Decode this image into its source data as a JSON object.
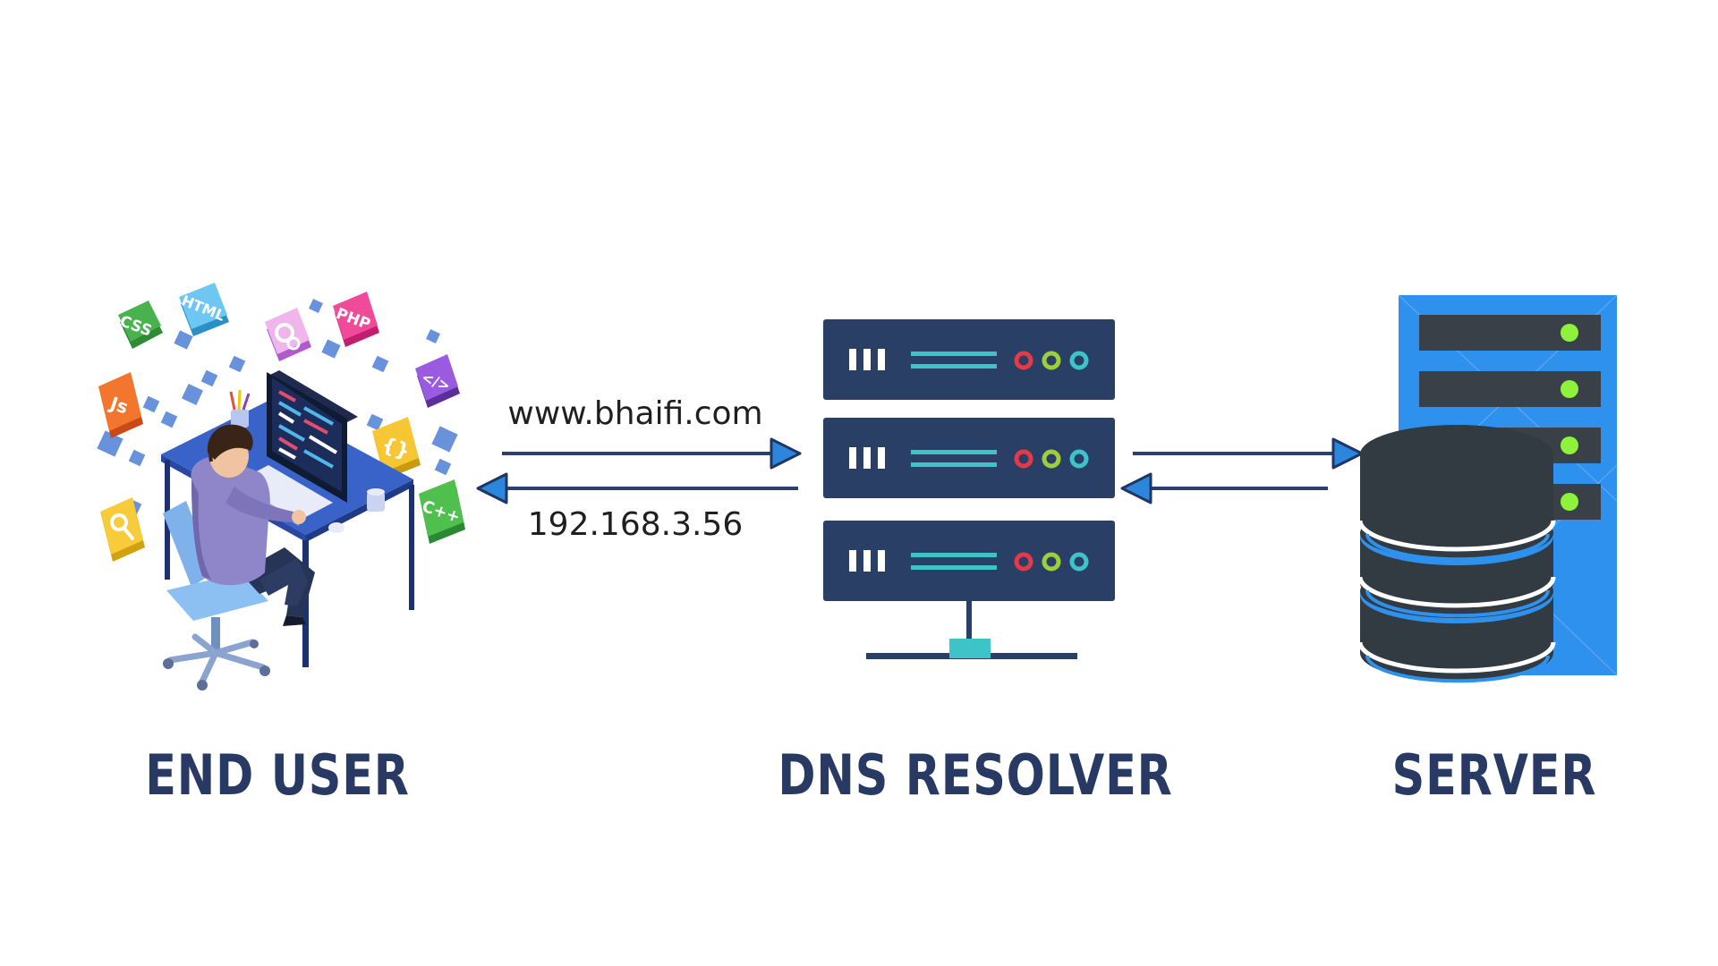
{
  "nodes": {
    "end_user": "END USER",
    "dns_resolver": "DNS RESOLVER",
    "server": "SERVER"
  },
  "edges": {
    "request": "www.bhaifi.com",
    "response": "192.168.3.56"
  },
  "dev_tiles": [
    "CSS",
    "HTML",
    "PHP",
    "</>",
    "Js",
    "{}",
    "C++"
  ],
  "colors": {
    "label": "#283a63",
    "arrow": "#2b3f73",
    "arrowhead": "#2b86dc",
    "server_blue": "#2f91ee",
    "rack_dark": "#2a3f66",
    "accent_teal": "#3ec3c9"
  }
}
